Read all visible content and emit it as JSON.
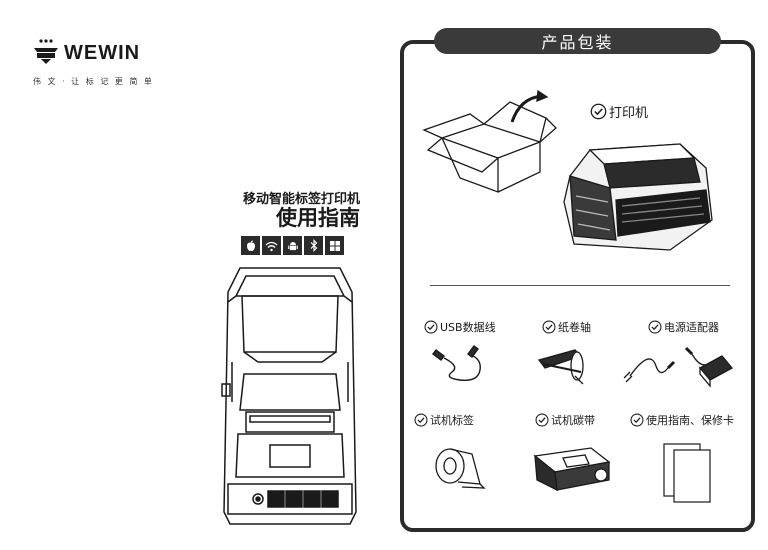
{
  "brand": {
    "name": "WEWIN",
    "tagline": "伟 文 · 让 标 记 更 简 单"
  },
  "cover": {
    "subtitle": "移动智能标签打印机",
    "title": "使用指南",
    "platform_icons": [
      "apple-icon",
      "wifi-icon",
      "android-icon",
      "bluetooth-icon",
      "windows-icon"
    ]
  },
  "package": {
    "header": "产品包装",
    "main_item": "打印机",
    "items": [
      {
        "label": "USB数据线",
        "icon": "usb-cable-icon"
      },
      {
        "label": "纸卷轴",
        "icon": "paper-roll-spindle-icon"
      },
      {
        "label": "电源适配器",
        "icon": "power-adapter-icon"
      },
      {
        "label": "试机标签",
        "icon": "label-roll-icon"
      },
      {
        "label": "试机碳带",
        "icon": "ribbon-cartridge-icon"
      },
      {
        "label": "使用指南、保修卡",
        "icon": "manual-card-icon"
      }
    ]
  },
  "colors": {
    "ink": "#1a1a1a",
    "header_bg": "#3a3a3a",
    "panel_border": "#2b2b2b"
  }
}
